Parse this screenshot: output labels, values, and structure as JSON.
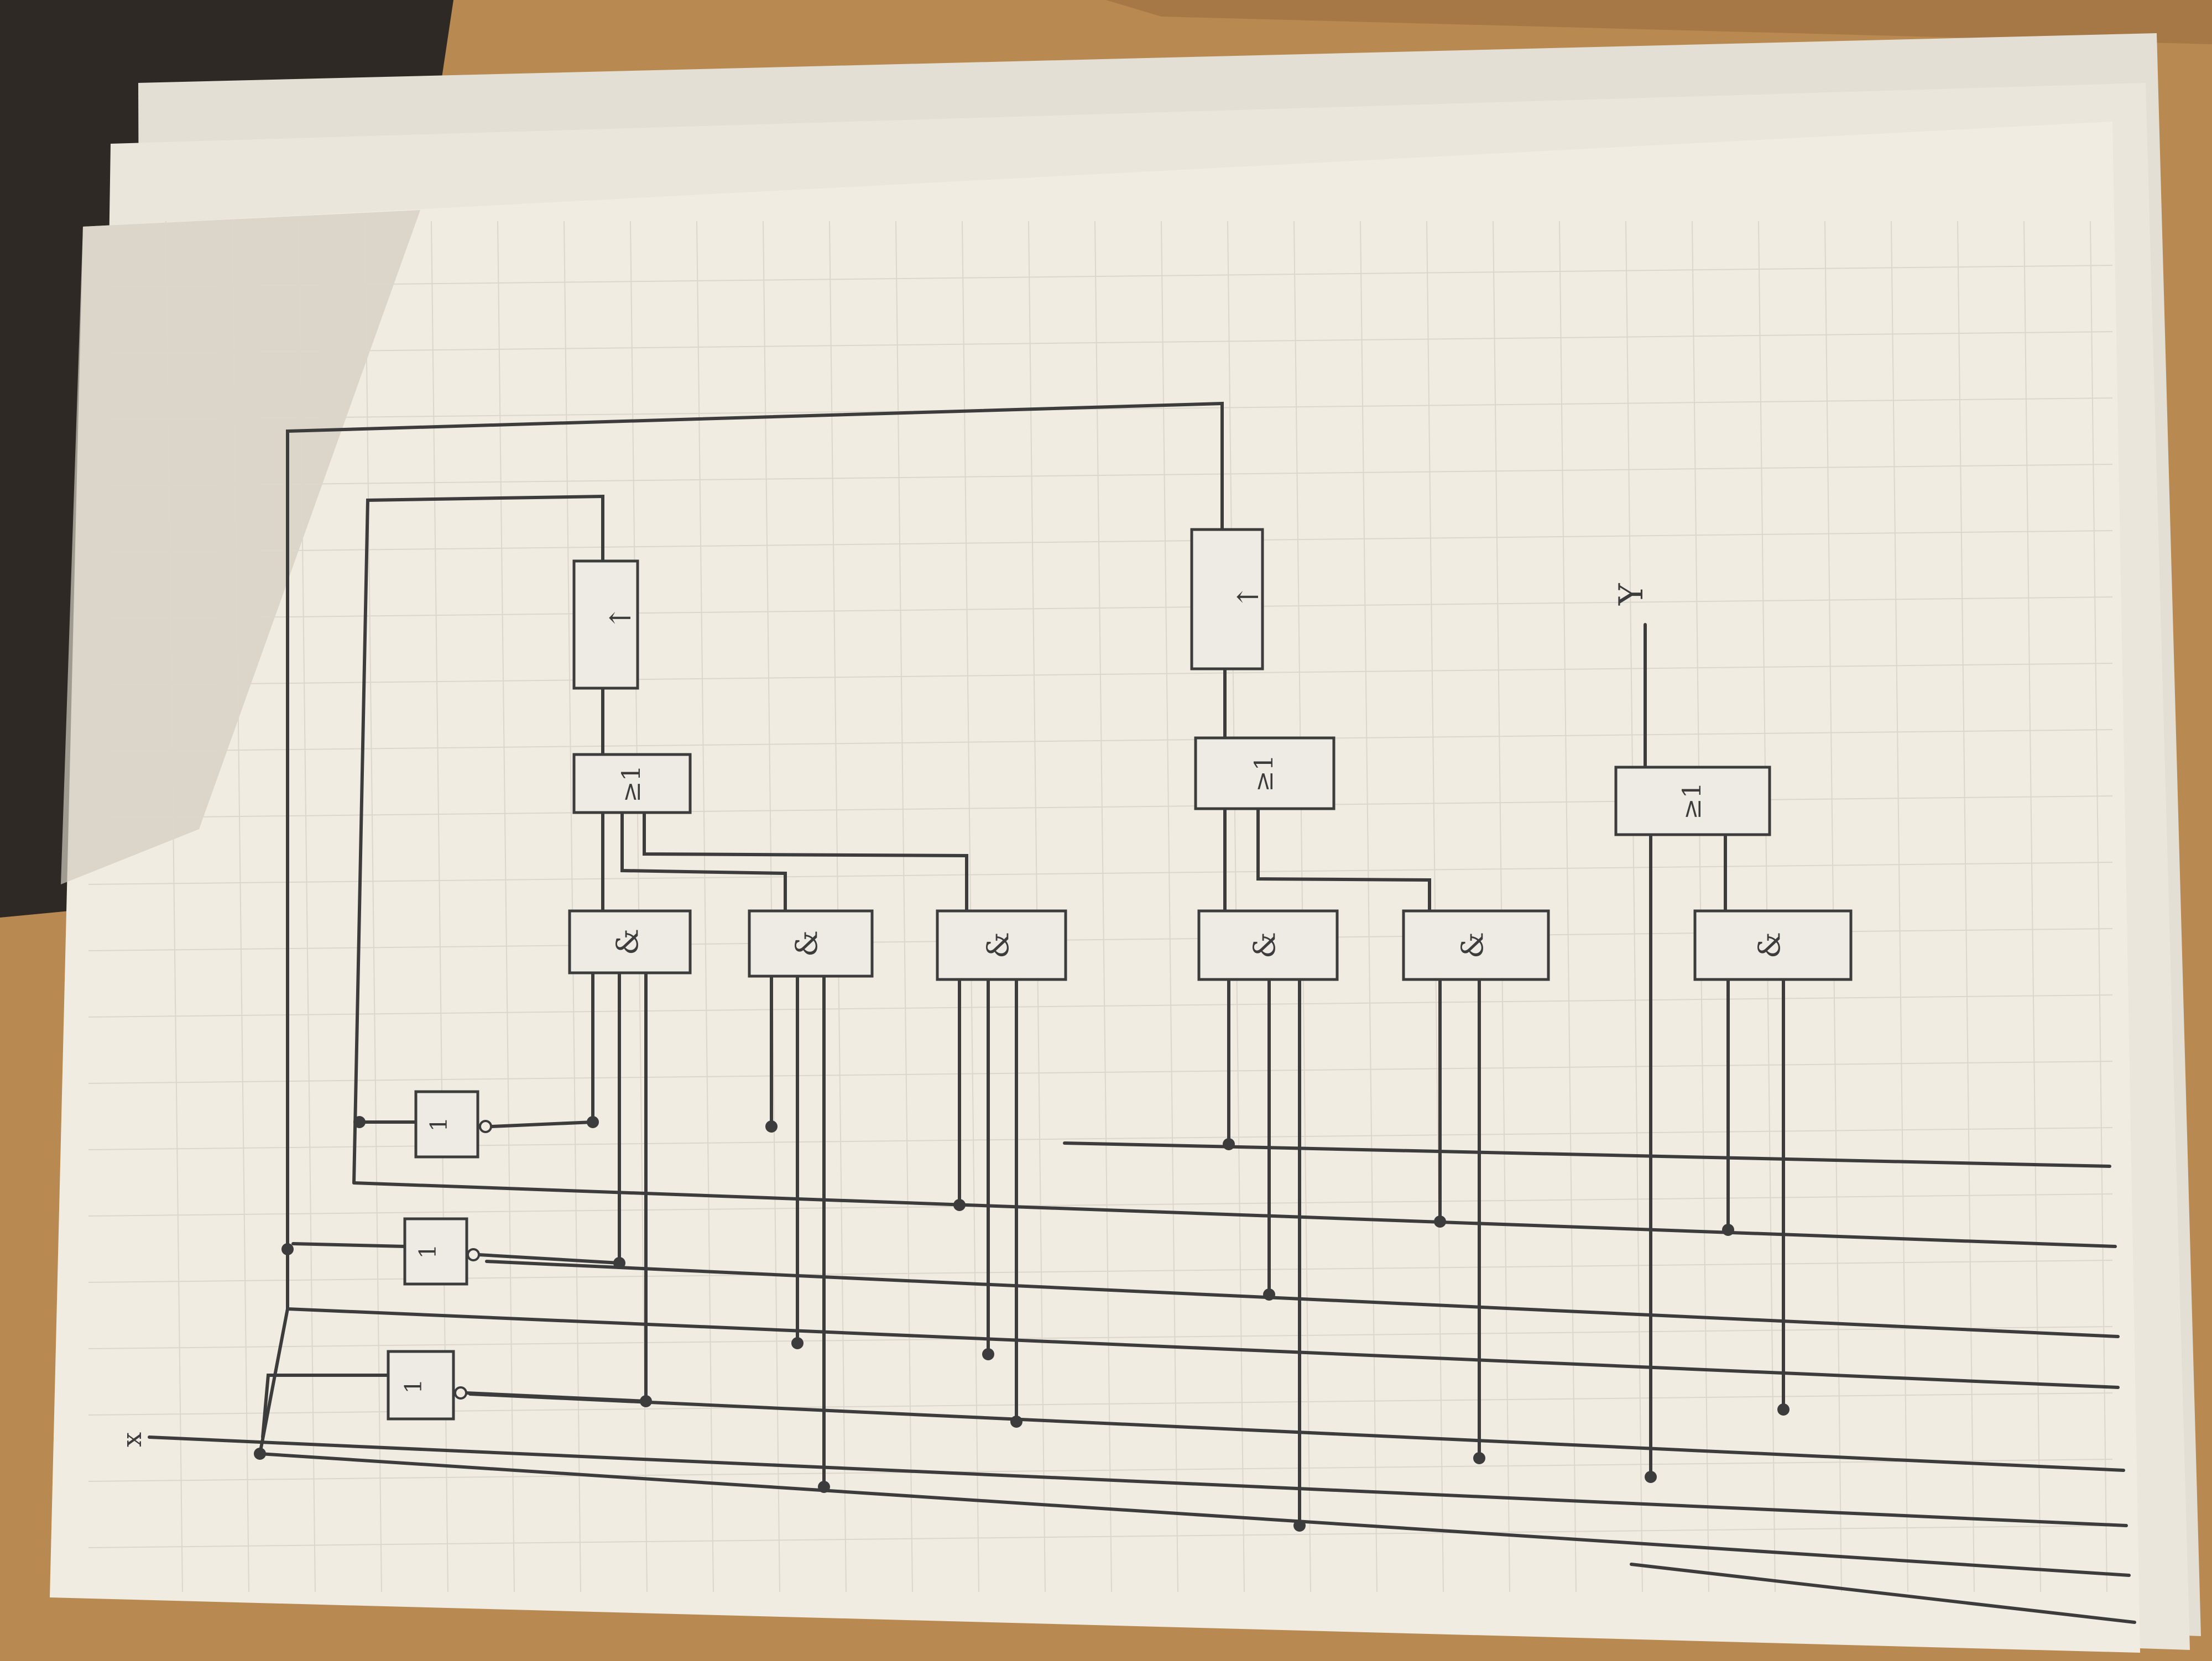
{
  "diagram": {
    "input_label": "x",
    "output_label": "Y",
    "inverter_label": "1",
    "or_label": "≥1",
    "and_label": "&",
    "flipflop_label": "↑"
  },
  "colors": {
    "table": "#b88a52",
    "paper": "#f1ece2",
    "paper_shadow": "#d9d3c8",
    "backdrop": "#3a332c",
    "ink": "#3c3c3c",
    "gate_fill": "#eeebe4"
  }
}
